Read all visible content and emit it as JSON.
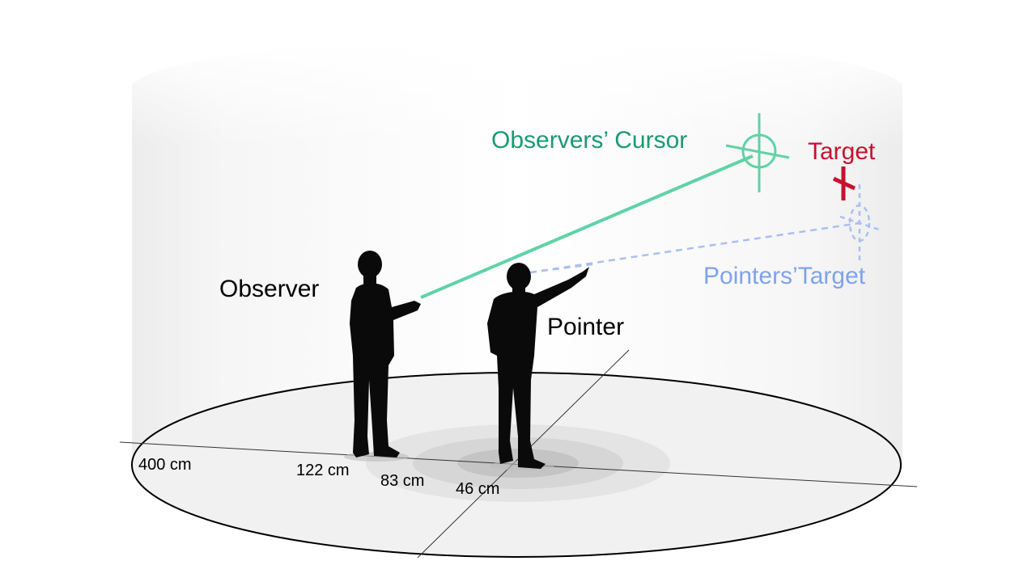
{
  "labels": {
    "observers_cursor": "Observers’ Cursor",
    "target": "Target",
    "pointers_target": "Pointers’Target",
    "observer": "Observer",
    "pointer": "Pointer"
  },
  "distances": {
    "d400": "400 cm",
    "d122": "122 cm",
    "d83": "83 cm",
    "d46": "46 cm"
  },
  "colors": {
    "cursor_green": "#1a9a72",
    "ray_green": "#5fd3a6",
    "target_red": "#c8102e",
    "pointer_blue": "#7fa3ec",
    "silhouette": "#0a0a0a"
  }
}
